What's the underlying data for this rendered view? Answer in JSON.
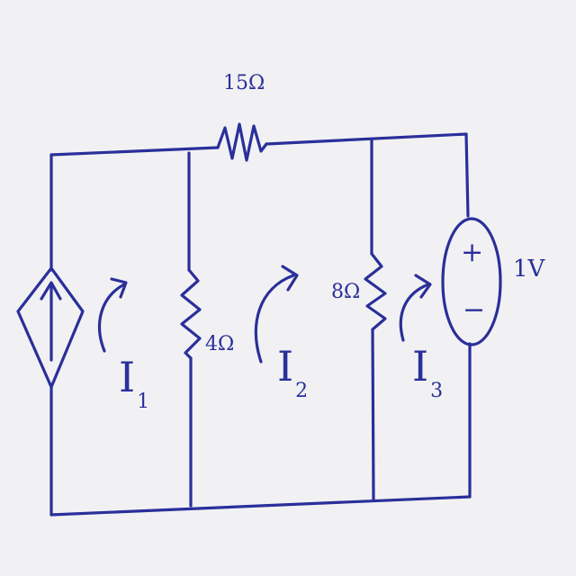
{
  "colors": {
    "ink": "#2a2f9a",
    "background": "#f1f1f3"
  },
  "labels": {
    "r_top": "15Ω",
    "r_left": "4Ω",
    "r_right": "8Ω",
    "voltage_source": "1V",
    "source_plus": "+",
    "source_minus": "−"
  },
  "meshes": [
    {
      "symbol": "I",
      "subscript": "1"
    },
    {
      "symbol": "I",
      "subscript": "2"
    },
    {
      "symbol": "I",
      "subscript": "3"
    }
  ],
  "components": {
    "dependent_source_icon": "dependent-current-source-up-arrow-icon",
    "voltage_source_icon": "voltage-source-icon",
    "mesh_arrow_icon": "clockwise-arrow-icon"
  }
}
